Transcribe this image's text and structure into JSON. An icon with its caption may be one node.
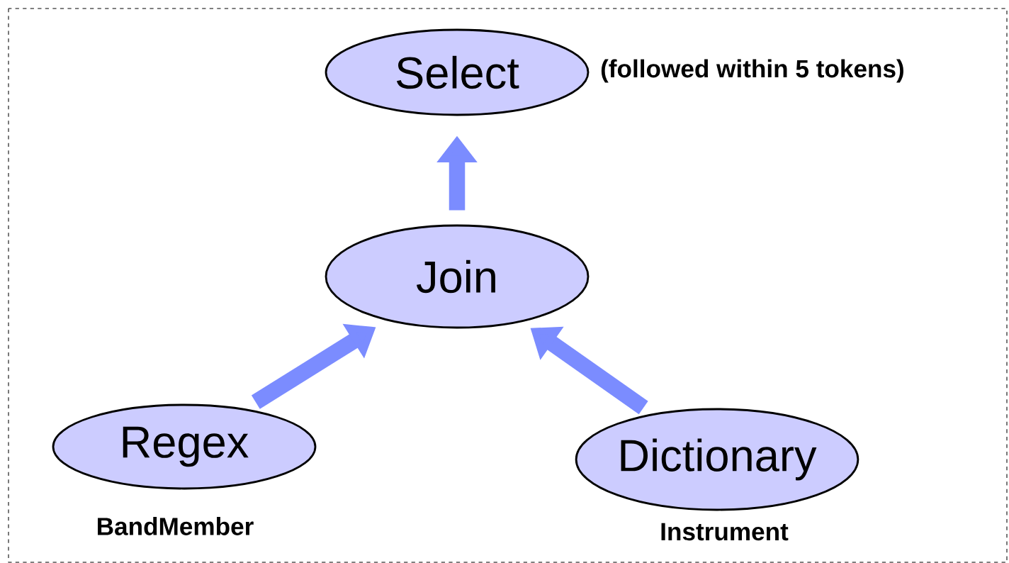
{
  "diagram": {
    "nodes": [
      {
        "text": [
          "Select"
        ],
        "beside": [
          "(followed within 5 tokens)"
        ]
      },
      {
        "text": [
          "Join"
        ]
      },
      {
        "text": [
          "Regex"
        ],
        "beside": [
          "BandMember"
        ]
      },
      {
        "text": [
          "Dictionary"
        ],
        "beside": [
          "Instrument"
        ]
      }
    ],
    "edges": [
      {
        "from": 1,
        "to": 0,
        "arrow": "to"
      },
      {
        "from": 2,
        "to": 1,
        "arrow": "to"
      },
      {
        "from": 3,
        "to": 1,
        "arrow": "to"
      }
    ]
  }
}
